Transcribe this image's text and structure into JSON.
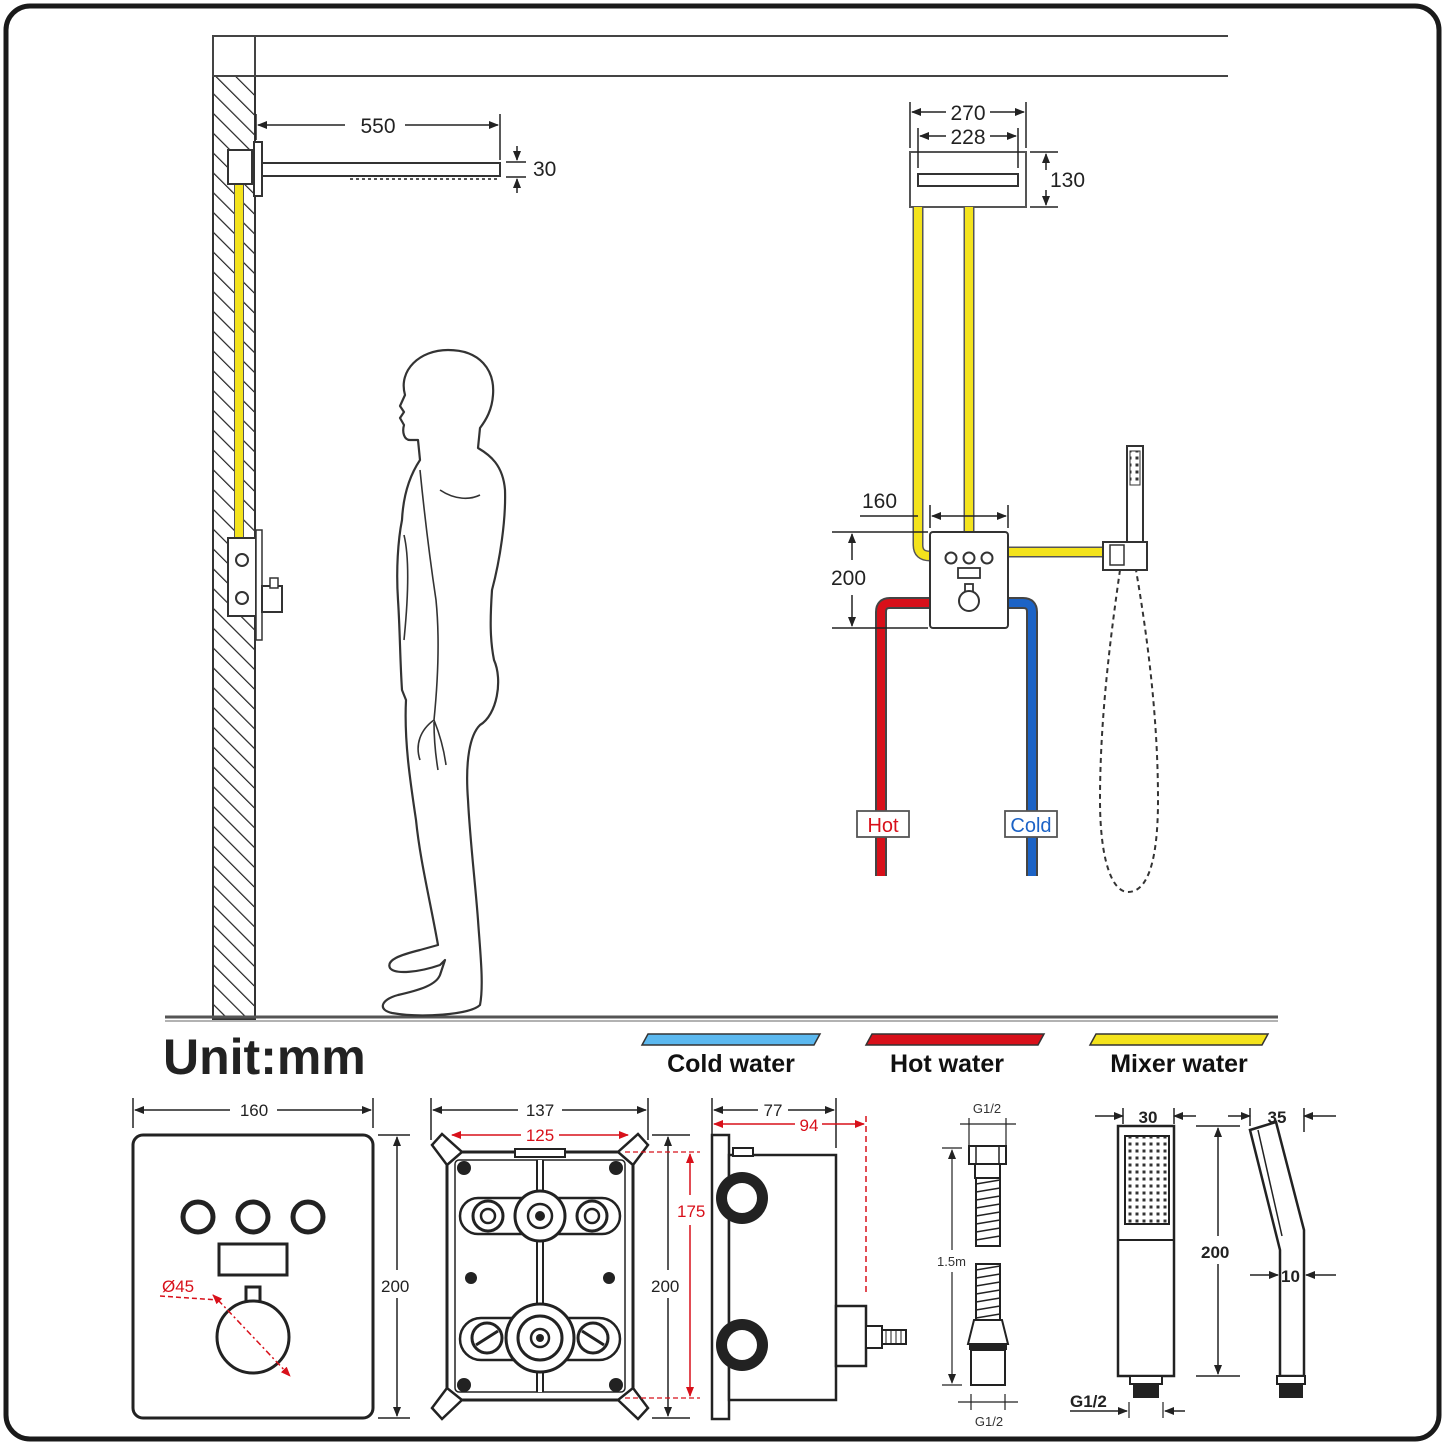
{
  "unit_label": "Unit:mm",
  "legend": {
    "cold": {
      "label": "Cold water",
      "color": "#5bb8ef"
    },
    "hot": {
      "label": "Hot water",
      "color": "#d8101a"
    },
    "mixer": {
      "label": "Mixer water",
      "color": "#f4e31c"
    }
  },
  "pipe_tags": {
    "hot": "Hot",
    "cold": "Cold"
  },
  "dims_installation": {
    "arm_length": "550",
    "head_thickness": "30",
    "head_width_outer": "270",
    "head_width_inner": "228",
    "head_depth": "130",
    "valve_offset": "160",
    "valve_height": "200"
  },
  "dims_panel": {
    "width": "160",
    "height": "200",
    "knob_diameter": "Ø45"
  },
  "dims_box": {
    "width": "137",
    "inner_width": "125",
    "height": "200",
    "inner_height": "175"
  },
  "dims_side": {
    "depth": "77",
    "depth_max": "94"
  },
  "dims_hose": {
    "top_thread": "G1/2",
    "length": "1.5m",
    "bottom_thread": "G1/2"
  },
  "dims_handshower": {
    "width": "30",
    "depth": "35",
    "height": "200",
    "neck": "10",
    "thread": "G1/2"
  }
}
